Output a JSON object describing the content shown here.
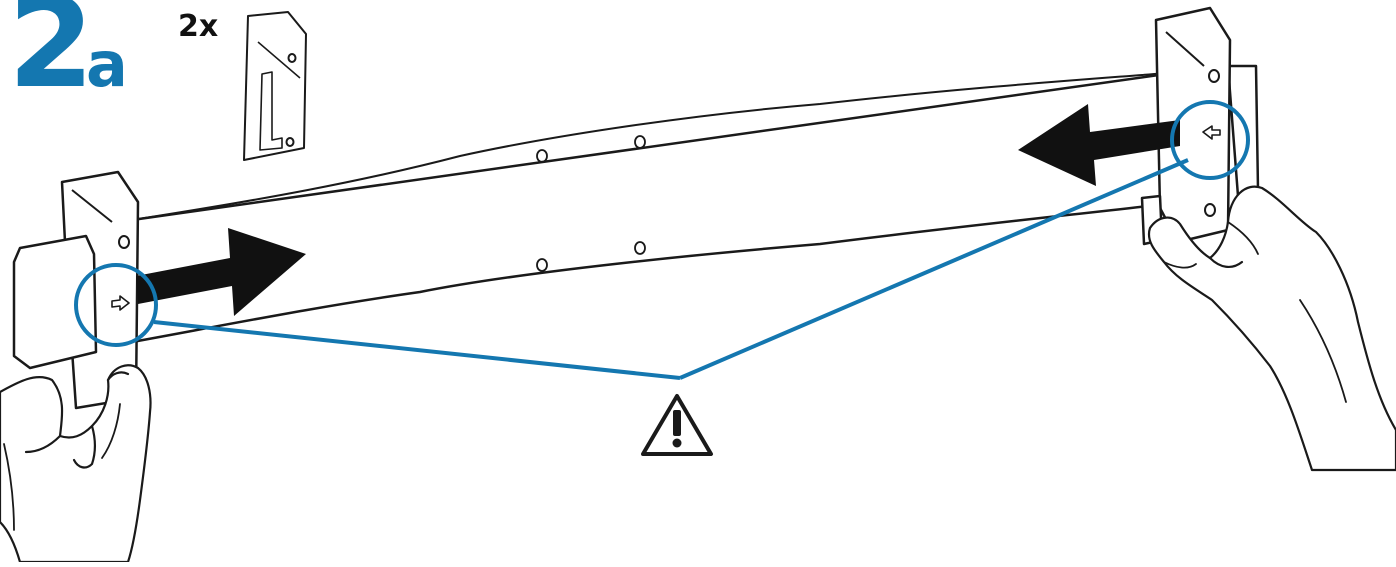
{
  "step": {
    "number": "2",
    "sub": "a"
  },
  "quantity_label": "2x",
  "colors": {
    "accent": "#1477b0",
    "ink": "#1a1a1a",
    "paper": "#ffffff"
  },
  "icons": {
    "warning": "warning-triangle-icon",
    "arrow_right": "hollow-arrow-right-icon",
    "arrow_left": "hollow-arrow-left-icon"
  }
}
